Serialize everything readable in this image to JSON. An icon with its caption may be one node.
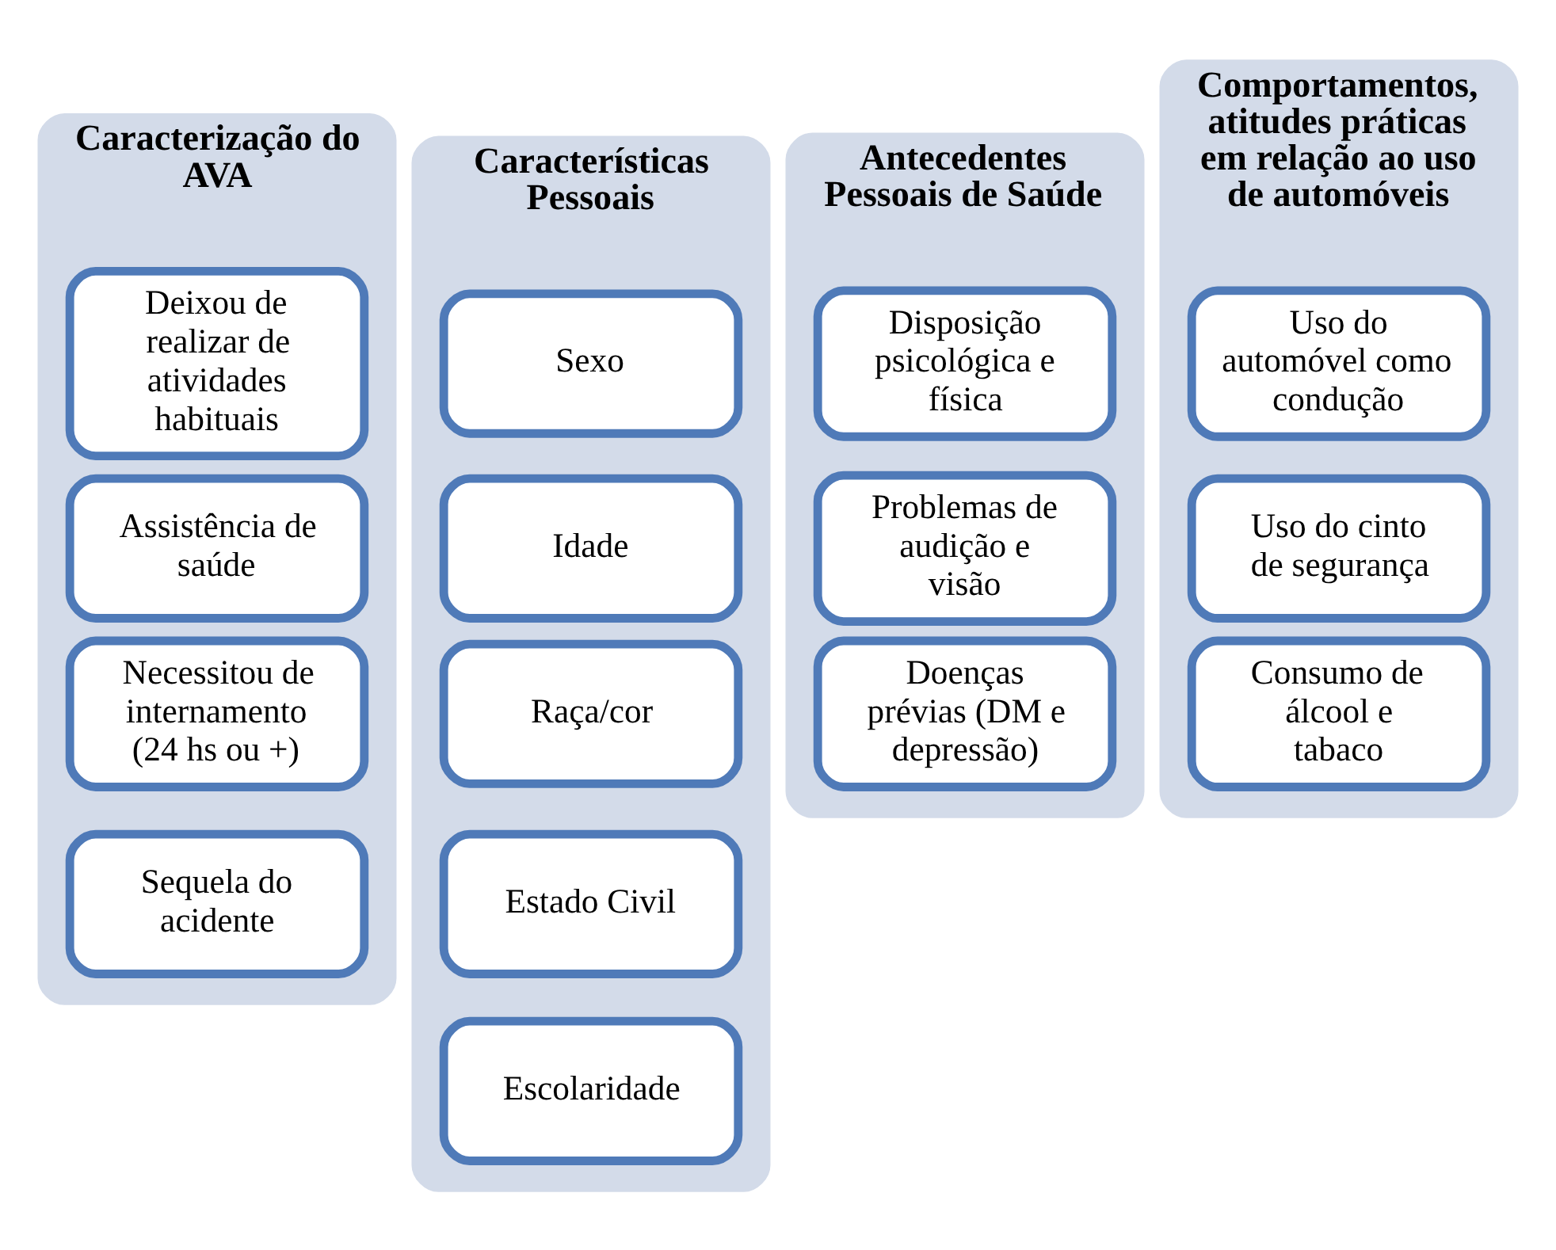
{
  "diagram": {
    "nodes": [
      {
        "text": [
          "Caracterização do AVA"
        ]
      },
      {
        "text": [
          "Deixou de realizar de atividades habituais"
        ],
        "in": 0
      },
      {
        "text": [
          "Assistência de saúde"
        ],
        "in": 0
      },
      {
        "text": [
          "Necessitou de internamento (24 hs ou +)"
        ],
        "in": 0
      },
      {
        "text": [
          "Sequela do acidente"
        ],
        "in": 0
      },
      {
        "text": [
          "Características Pessoais"
        ]
      },
      {
        "text": [
          "Sexo"
        ],
        "in": 5
      },
      {
        "text": [
          "Idade"
        ],
        "in": 5
      },
      {
        "text": [
          "Raça/cor"
        ],
        "in": 5
      },
      {
        "text": [
          "Estado Civil"
        ],
        "in": 5
      },
      {
        "text": [
          "Escolaridade"
        ],
        "in": 5
      },
      {
        "text": [
          "Antecedentes Pessoais de Saúde"
        ]
      },
      {
        "text": [
          "Disposição psicológica e física"
        ],
        "in": 11
      },
      {
        "text": [
          "Problemas de audição e visão"
        ],
        "in": 11
      },
      {
        "text": [
          "Doenças prévias (DM e depressão)"
        ],
        "in": 11
      },
      {
        "text": [
          "Comportamentos, atitudes práticas em relação ao uso de automóveis"
        ]
      },
      {
        "text": [
          "Uso do automóvel como condução"
        ],
        "in": 15
      },
      {
        "text": [
          "Uso do cinto de segurança"
        ],
        "in": 15
      },
      {
        "text": [
          "Consumo de álcool e tabaco"
        ],
        "in": 15
      }
    ]
  }
}
